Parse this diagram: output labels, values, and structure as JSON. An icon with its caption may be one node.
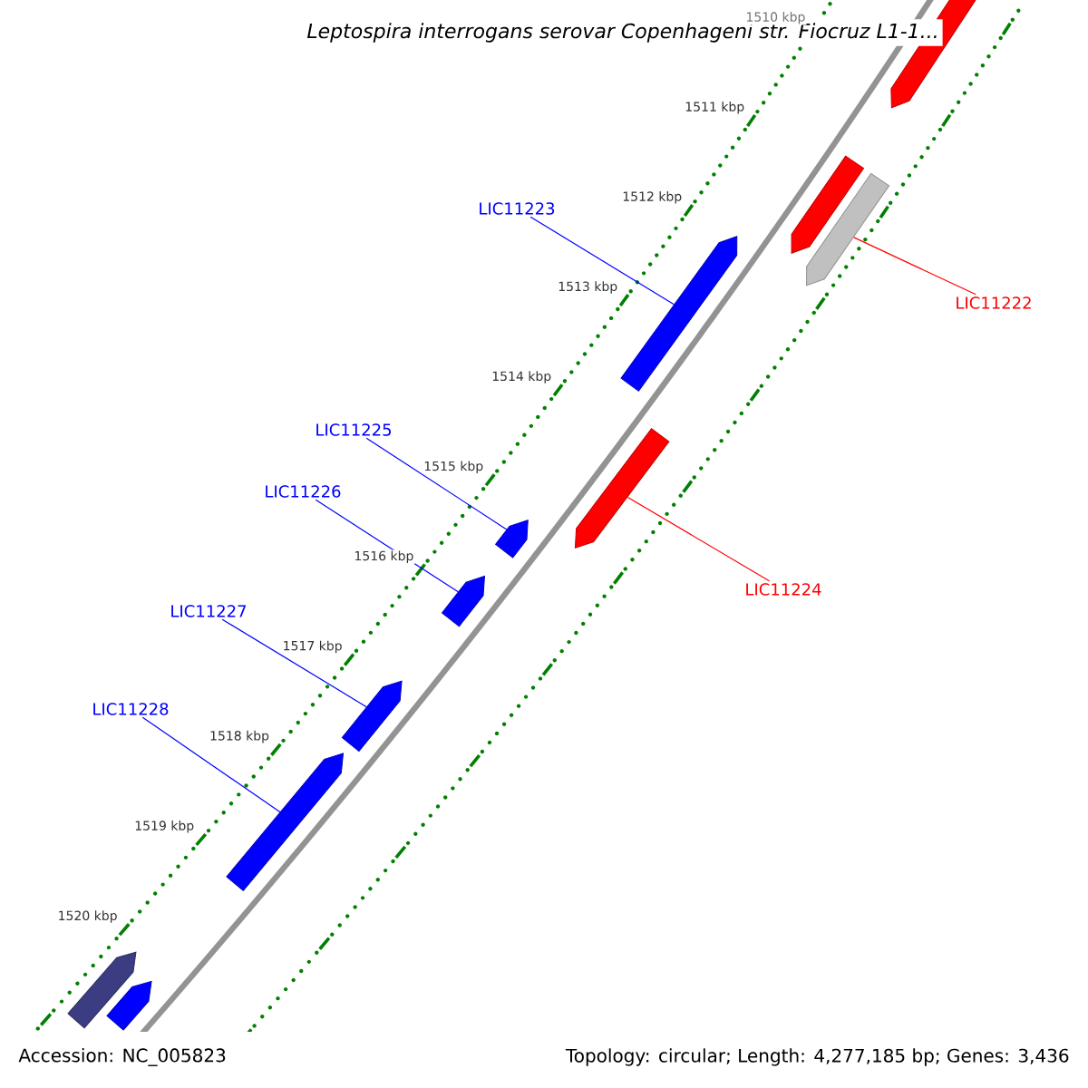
{
  "diagram": {
    "title": "Leptospira interrogans serovar Copenhageni str. Fiocruz L1-1...",
    "nodes": [
      {
        "text": [],
        "shape": "bar"
      },
      {
        "text": [],
        "shape": "bar"
      },
      {
        "text": [],
        "shape": "bar"
      },
      {
        "text": [
          "LIC11223"
        ]
      },
      {
        "text": [],
        "shape": "bar"
      },
      {
        "text": [
          "LIC11222"
        ]
      },
      {
        "text": [
          "LIC11225"
        ]
      },
      {
        "text": [],
        "shape": "bar"
      },
      {
        "text": [
          "LIC11226"
        ]
      },
      {
        "text": [],
        "shape": "bar"
      },
      {
        "text": [],
        "shape": "bar"
      },
      {
        "text": [
          "LIC11224"
        ]
      },
      {
        "text": [
          "LIC11227"
        ]
      },
      {
        "text": [],
        "shape": "bar"
      },
      {
        "text": [
          "LIC11228"
        ]
      },
      {
        "text": [],
        "shape": "bar"
      },
      {
        "text": [],
        "shape": "bar"
      },
      {
        "text": [],
        "shape": "bar"
      }
    ],
    "edges": [
      {
        "from": 3,
        "to": 4,
        "arrow": "none"
      },
      {
        "from": 5,
        "to": 2,
        "arrow": "none",
        "color": "#ff0000"
      },
      {
        "from": 6,
        "to": 9,
        "arrow": "none"
      },
      {
        "from": 8,
        "to": 10,
        "arrow": "none"
      },
      {
        "from": 11,
        "to": 7,
        "arrow": "none",
        "color": "#ff0000"
      },
      {
        "from": 12,
        "to": 13,
        "arrow": "none"
      },
      {
        "from": 14,
        "to": 15,
        "arrow": "none"
      }
    ],
    "labels": [
      "1510 kbp",
      "1511 kbp",
      "1512 kbp",
      "1513 kbp",
      "1514 kbp",
      "1515 kbp",
      "1516 kbp",
      "1517 kbp",
      "1518 kbp",
      "1519 kbp",
      "1520 kbp",
      "Accession: NC_005823",
      "Topology: circular; Length: 4,277,185 bp; Genes: 3,436"
    ]
  }
}
